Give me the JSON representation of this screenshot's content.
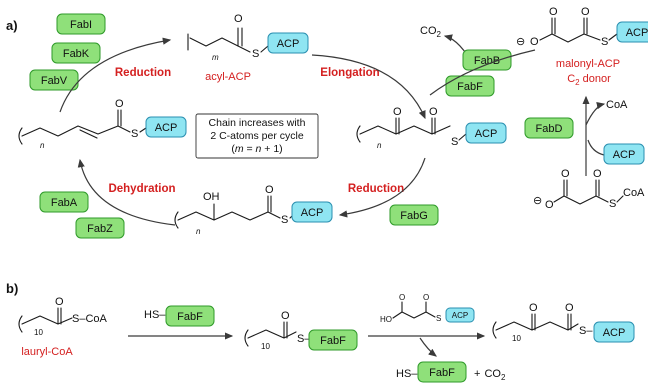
{
  "panel_labels": {
    "a": "a)",
    "b": "b)"
  },
  "enzymes": {
    "fabi": "FabI",
    "fabk": "FabK",
    "fabv": "FabV",
    "fabb": "FabB",
    "fabf_top": "FabF",
    "faba": "FabA",
    "fabz": "FabZ",
    "fabg": "FabG",
    "fabd": "FabD",
    "fabf_b1": "FabF",
    "fabf_b2": "FabF",
    "fabf_b3": "FabF"
  },
  "acp_label": "ACP",
  "steps": {
    "reduction_top": "Reduction",
    "elongation": "Elongation",
    "dehydration": "Dehydration",
    "reduction_bottom": "Reduction"
  },
  "labels": {
    "acyl_acp": "acyl-ACP",
    "malonyl_acp": "malonyl-ACP",
    "c2_donor_pre": "C",
    "c2_donor_sub": "2",
    "c2_donor_post": " donor",
    "lauryl_coa": "lauryl-CoA"
  },
  "note": {
    "line1": "Chain increases with",
    "line2": "2 C-atoms per cycle",
    "line3_open": "(",
    "line3_m": "m",
    "line3_mid": " = ",
    "line3_n": "n",
    "line3_close": " + 1)"
  },
  "atoms": {
    "S": "S",
    "O": "O",
    "OH": "OH",
    "HO": "HO",
    "HS": "HS",
    "CoA": "CoA",
    "S_CoA": "S–CoA",
    "S_dash": "S–",
    "HS_dash": "HS–",
    "CO": "CO",
    "CO_sub": "2",
    "plus": "+",
    "minus": "⊖",
    "m": "m",
    "n": "n",
    "ten": "10"
  },
  "colors": {
    "enzyme_fill": "#8fe07a",
    "acp_fill": "#8fe5f2",
    "step_text": "#d42020"
  }
}
